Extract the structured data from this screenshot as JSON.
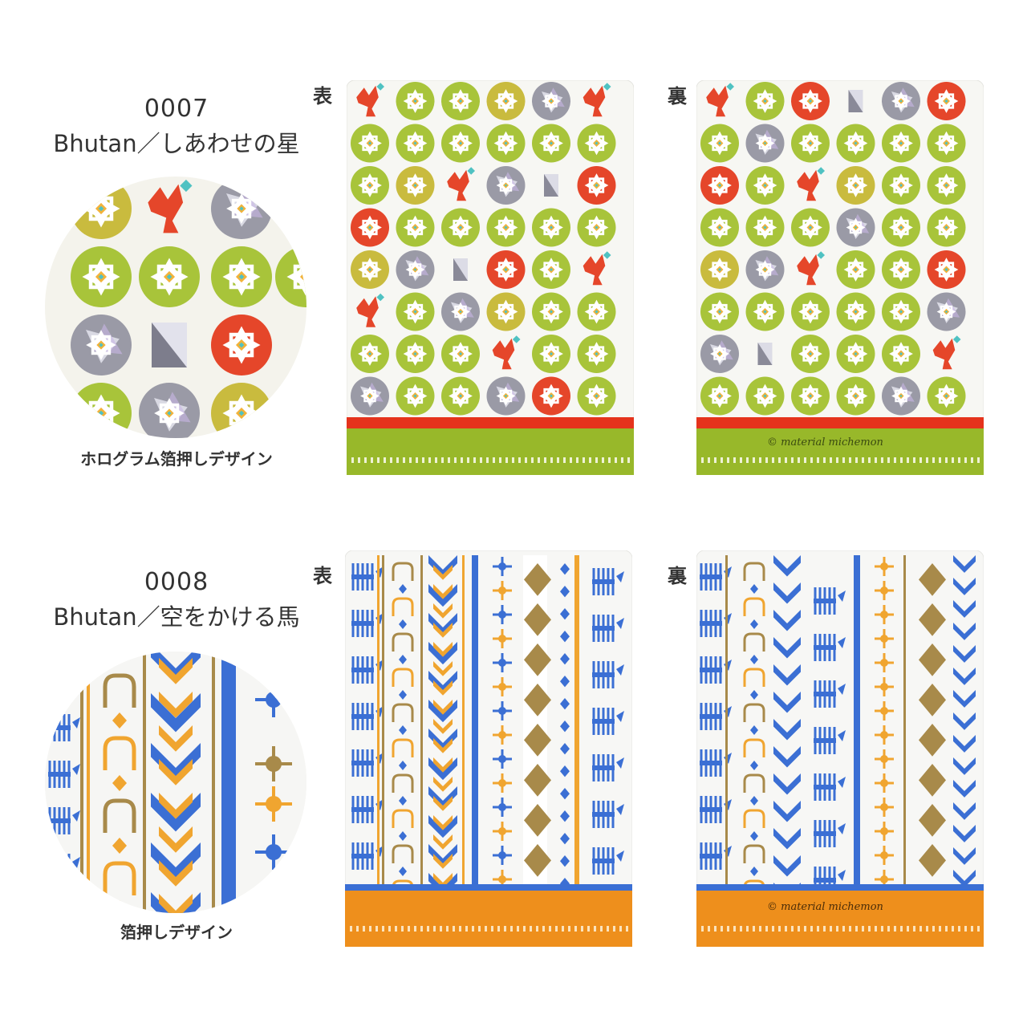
{
  "products": [
    {
      "code": "0007",
      "name": "Bhutan／しあわせの星",
      "caption": "ホログラム箔押しデザイン",
      "front_label": "表",
      "back_label": "裏",
      "signature": "© material michemon",
      "colors": {
        "lime": "#a8c43a",
        "red": "#e5462a",
        "band": "#e5331c",
        "bottom": "#98b82a",
        "holo": "#b8b8c4"
      }
    },
    {
      "code": "0008",
      "name": "Bhutan／空をかける馬",
      "caption": "箔押しデザイン",
      "front_label": "表",
      "back_label": "裏",
      "signature": "© material michemon",
      "colors": {
        "blue": "#3b6fd4",
        "orange": "#f0a530",
        "gold": "#a88a4a",
        "bottom": "#ee8f1c"
      }
    }
  ]
}
